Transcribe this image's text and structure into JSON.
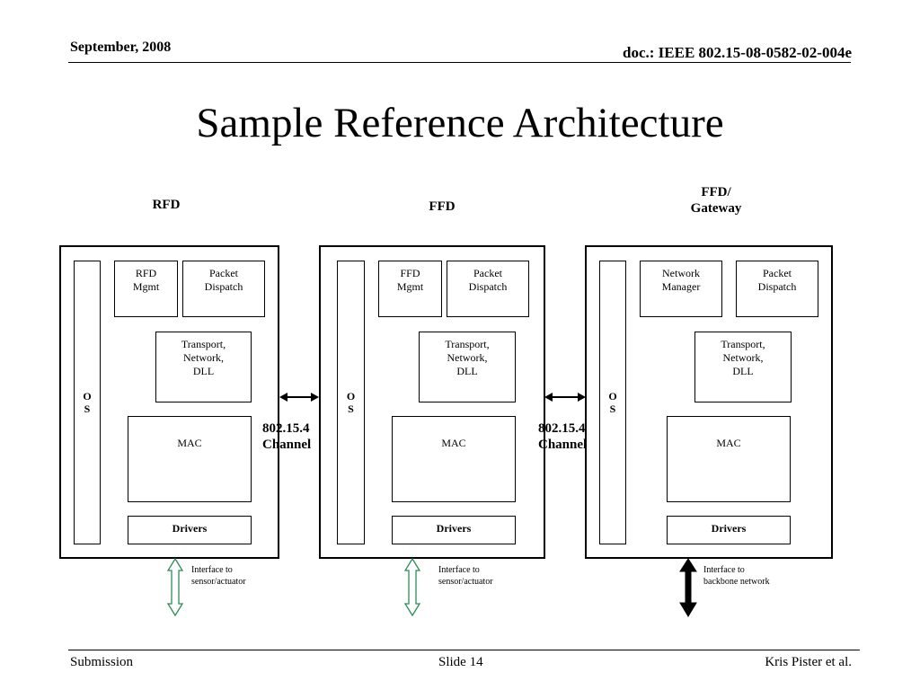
{
  "header": {
    "date": "September, 2008",
    "doc_id": "doc.: IEEE 802.15-08-0582-02-004e"
  },
  "title": "Sample Reference Architecture",
  "devices": [
    {
      "label": "RFD",
      "os": [
        "O",
        "S"
      ],
      "mgmt": [
        "RFD",
        "Mgmt"
      ],
      "packet": [
        "Packet",
        "Dispatch"
      ],
      "transport": [
        "Transport,",
        "Network,",
        "DLL"
      ],
      "mac": "MAC",
      "drivers": "Drivers",
      "interface": [
        "Interface to",
        "sensor/actuator"
      ]
    },
    {
      "label": "FFD",
      "os": [
        "O",
        "S"
      ],
      "mgmt": [
        "FFD",
        "Mgmt"
      ],
      "packet": [
        "Packet",
        "Dispatch"
      ],
      "transport": [
        "Transport,",
        "Network,",
        "DLL"
      ],
      "mac": "MAC",
      "drivers": "Drivers",
      "interface": [
        "Interface to",
        "sensor/actuator"
      ]
    },
    {
      "label": [
        "FFD/",
        "Gateway"
      ],
      "os": [
        "O",
        "S"
      ],
      "mgmt": [
        "Network",
        "Manager"
      ],
      "packet": [
        "Packet",
        "Dispatch"
      ],
      "transport": [
        "Transport,",
        "Network,",
        "DLL"
      ],
      "mac": "MAC",
      "drivers": "Drivers",
      "interface": [
        "Interface to",
        "backbone network"
      ]
    }
  ],
  "channels": [
    [
      "802.15.4",
      "Channel"
    ],
    [
      "802.15.4",
      "Channel"
    ]
  ],
  "footer": {
    "left": "Submission",
    "center": "Slide 14",
    "right": "Kris Pister et al."
  },
  "colors": {
    "sensor_arrow": "#2e8b57",
    "backbone_arrow": "#000000"
  }
}
